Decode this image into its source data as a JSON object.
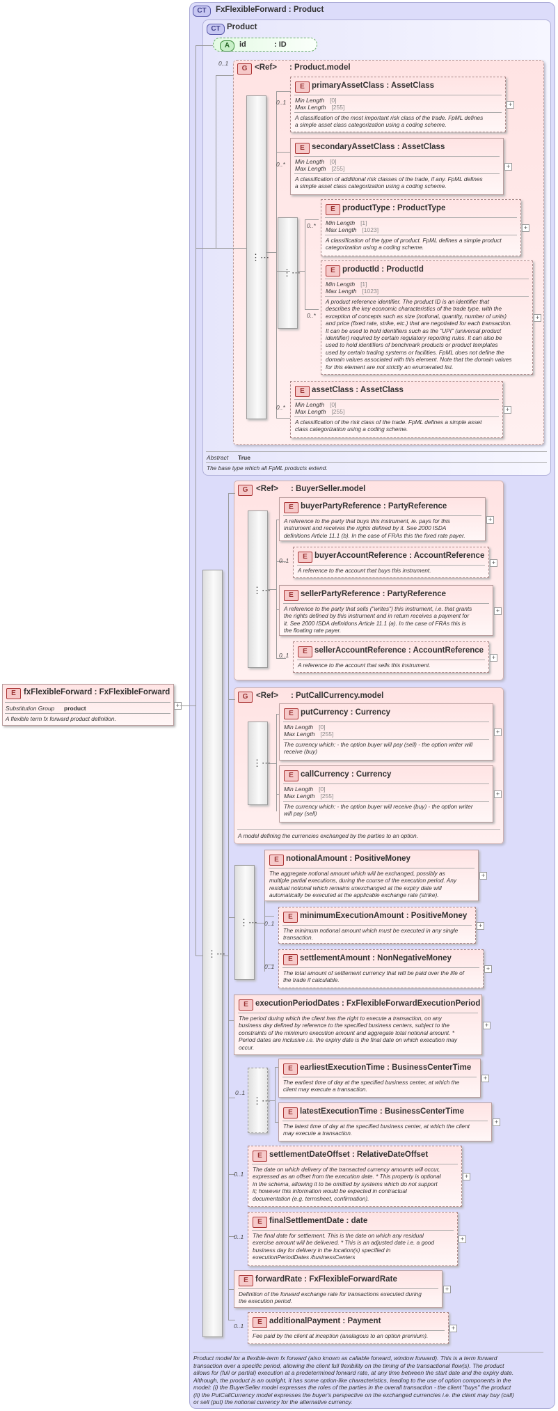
{
  "complex_type": {
    "badge": "CT",
    "title": "FxFlexibleForward : Product"
  },
  "product_type": {
    "badge": "CT",
    "title": "Product",
    "abstract_label": "Abstract",
    "abstract_value": "True",
    "description": "The base type which all FpML products extend."
  },
  "id_attr": {
    "badge": "A",
    "label": "id",
    "type": ": ID"
  },
  "product_model": {
    "mult": "0..1",
    "badge": "G",
    "ref": "<Ref>",
    "name": ": Product.model"
  },
  "root_element": {
    "badge": "E",
    "title": "fxFlexibleForward : FxFlexibleForward",
    "sub_label": "Substitution Group",
    "sub_value": "product",
    "description": "A flexible term fx forward product definition."
  },
  "labels": {
    "min_length": "Min Length",
    "max_length": "Max Length",
    "plus": "+"
  },
  "product_elements": [
    {
      "mult": "0..1",
      "badge": "E",
      "title": "primaryAssetClass : AssetClass",
      "min": "[0]",
      "max": "[255]",
      "desc": [
        "A classification of the most important risk class of the trade. FpML defines",
        "a simple asset class categorization using a coding scheme."
      ]
    },
    {
      "mult": "0..*",
      "badge": "E",
      "title": "secondaryAssetClass : AssetClass",
      "min": "[0]",
      "max": "[255]",
      "desc": [
        "A classification of additional risk classes of the trade, if any. FpML defines",
        "a simple asset class categorization using a coding scheme."
      ]
    },
    {
      "mult": "0..*",
      "badge": "E",
      "title": "productType : ProductType",
      "min": "[1]",
      "max": "[1023]",
      "desc": [
        "A classification of the type of product. FpML defines a simple product",
        "categorization using a coding scheme."
      ]
    },
    {
      "mult": "0..*",
      "badge": "E",
      "title": "productId : ProductId",
      "min": "[1]",
      "max": "[1023]",
      "desc": [
        "A product reference identifier. The product ID is an identifier that",
        "describes the key economic characteristics of the trade type, with the",
        "exception of concepts such as size (notional, quantity, number of units)",
        "and price (fixed rate, strike, etc.) that are negotiated for each transaction.",
        "It can be used to hold identifiers such as the \"UPI\" (universal product",
        "identifier) required by certain regulatory reporting rules. It can also be",
        "used to hold identifiers of benchmark products or product templates",
        "used by certain trading systems or facilities. FpML does not define the",
        "domain values associated with this element. Note that the domain values",
        "for this element are not strictly an enumerated list."
      ]
    },
    {
      "mult": "0..*",
      "badge": "E",
      "title": "assetClass : AssetClass",
      "min": "[0]",
      "max": "[255]",
      "desc": [
        "A classification of the risk class of the trade. FpML defines a simple asset",
        "class categorization using a coding scheme."
      ]
    }
  ],
  "buyer_seller": {
    "badge": "G",
    "ref": "<Ref>",
    "name": ": BuyerSeller.model"
  },
  "buyer_seller_elements": [
    {
      "mult": "",
      "badge": "E",
      "title": "buyerPartyReference : PartyReference",
      "desc": [
        "A reference to the party that buys this instrument, ie. pays for this",
        "instrument and receives the rights defined by it. See 2000 ISDA",
        "definitions Article 11.1 (b). In the case of FRAs this the fixed rate payer."
      ]
    },
    {
      "mult": "0..1",
      "badge": "E",
      "title": "buyerAccountReference : AccountReference",
      "desc": [
        "A reference to the account that buys this instrument."
      ]
    },
    {
      "mult": "",
      "badge": "E",
      "title": "sellerPartyReference : PartyReference",
      "desc": [
        "A reference to the party that sells (\"writes\") this instrument, i.e. that grants",
        "the rights defined by this instrument and in return receives a payment for",
        "it. See 2000 ISDA definitions Article 11.1 (a). In the case of FRAs this is",
        "the floating rate payer."
      ]
    },
    {
      "mult": "0..1",
      "badge": "E",
      "title": "sellerAccountReference : AccountReference",
      "desc": [
        "A reference to the account that sells this instrument."
      ]
    }
  ],
  "put_call": {
    "badge": "G",
    "ref": "<Ref>",
    "name": ": PutCallCurrency.model",
    "description": "A model defining the currencies exchanged by the parties to an option."
  },
  "put_call_elements": [
    {
      "badge": "E",
      "title": "putCurrency : Currency",
      "min": "[0]",
      "max": "[255]",
      "desc": [
        "The currency which: - the option buyer will pay (sell) - the option writer will",
        "receive (buy)"
      ]
    },
    {
      "badge": "E",
      "title": "callCurrency : Currency",
      "min": "[0]",
      "max": "[255]",
      "desc": [
        "The currency which: - the option buyer will receive (buy) - the option writer",
        "will pay (sell)"
      ]
    }
  ],
  "amount_elements": [
    {
      "mult": "",
      "badge": "E",
      "title": "notionalAmount : PositiveMoney",
      "desc": [
        "The aggregate notional amount which will be exchanged, possibly as",
        "multiple partial executions, during the course of the execution period. Any",
        "residual notional which remains unexchanged at the expiry date will",
        "automatically be executed at the applicable exchange rate (strike)."
      ]
    },
    {
      "mult": "0..1",
      "badge": "E",
      "title": "minimumExecutionAmount : PositiveMoney",
      "desc": [
        "The minimum notional amount which must be executed in any single",
        "transaction."
      ]
    },
    {
      "mult": "0..1",
      "badge": "E",
      "title": "settlementAmount : NonNegativeMoney",
      "desc": [
        "The total amount of settlement currency that will be paid over the life of",
        "the trade if calculable."
      ]
    }
  ],
  "execution_period": {
    "badge": "E",
    "title": "executionPeriodDates : FxFlexibleForwardExecutionPeriod",
    "desc": [
      "The period during which the client has the right to execute a transaction, on any",
      "business day defined by reference to the specified business centers, subject to the",
      "constraints of the minimum execution amount and aggregate total notional amount. *",
      "Period dates are inclusive i.e. the expiry date is the final date on which execution may",
      "occur."
    ]
  },
  "time_seq": {
    "mult": "0..1"
  },
  "time_elements": [
    {
      "badge": "E",
      "title": "earliestExecutionTime : BusinessCenterTime",
      "desc": [
        "The earliest time of day at the specified business center, at which the",
        "client may execute a transaction."
      ]
    },
    {
      "badge": "E",
      "title": "latestExecutionTime : BusinessCenterTime",
      "desc": [
        "The latest time of day at the specified business center, at which the client",
        "may execute a transaction."
      ]
    }
  ],
  "tail_elements": [
    {
      "mult": "0..1",
      "badge": "E",
      "title": "settlementDateOffset : RelativeDateOffset",
      "desc": [
        "The date on which delivery of the transacted currency amounts will occur,",
        "expressed as an offset from the execution date. * This property is optional",
        "in the schema, allowing it to be omitted by systems which do not support",
        "it; however this information would be expected in contractual",
        "documentation (e.g. termsheet, confirmation)."
      ]
    },
    {
      "mult": "0..1",
      "badge": "E",
      "title": "finalSettlementDate : date",
      "desc": [
        "The final date for settlement. This is the date on which any residual",
        "exercise amount will be delivered. * This is an adjusted date i.e. a good",
        "business day for delivery in the location(s) specified in",
        "executionPeriodDates /businessCenters"
      ]
    },
    {
      "mult": "",
      "badge": "E",
      "title": "forwardRate : FxFlexibleForwardRate",
      "desc": [
        "Definition of the forward exchange rate for transactions executed during",
        "the execution period."
      ]
    },
    {
      "mult": "0..1",
      "badge": "E",
      "title": "additionalPayment : Payment",
      "desc": [
        "Fee paid by the client at inception (analagous to an option premium)."
      ]
    }
  ],
  "footer_desc": [
    "Product model for a flexible-term fx forward (also known as callable forward, window forward). This is a term forward",
    "transaction over a specific period, allowing the client full flexibility on the timing of the transactional flow(s). The product",
    "allows for (full or partial) execution at a predetermined forward rate, at any time between the start date and the expiry date.",
    "Although, the product is an outright, it has some option-like characteristics, leading to the use of option components in the",
    "model: (i) the BuyerSeller model expresses the roles of the parties in the overall transaction - the client \"buys\" the product",
    "(ii) the PutCallCurrency model expresses the buyer's perspective on the exchanged currencies i.e. the client may buy (call)",
    "or sell (put) the notional currency for the alternative currency."
  ]
}
